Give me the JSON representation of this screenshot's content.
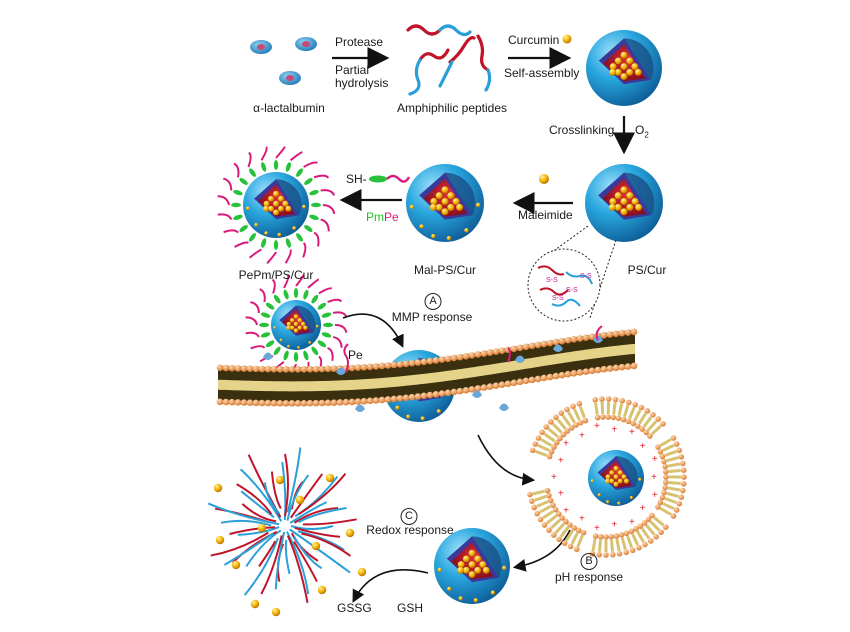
{
  "labels": {
    "alpha_lactalbumin": "α-lactalbumin",
    "protease": "Protease",
    "partial": "Partial",
    "hydrolysis": "hydrolysis",
    "amphiphilic_peptides": "Amphiphilic peptides",
    "curcumin": "Curcumin",
    "self_assembly": "Self-assembly",
    "crosslinking": "Crosslinking",
    "o2": "O",
    "o2_sub": "2",
    "ps_cur": "PS/Cur",
    "maleimide": "Maleimide",
    "mal_ps_cur": "Mal-PS/Cur",
    "sh": "SH-",
    "pm": "Pm",
    "pe_label": "Pe",
    "pepm_ps_cur": "PePm/PS/Cur",
    "step_a_letter": "A",
    "mmp_response": "MMP response",
    "pe": "Pe",
    "step_b_letter": "B",
    "ph_response": "pH response",
    "step_c_letter": "C",
    "redox_response": "Redox response",
    "gssg": "GSSG",
    "gsh": "GSH",
    "ss_bond": "S-S"
  },
  "colors": {
    "sphere_blue": "#29a3dc",
    "core_red": "#c0142a",
    "drug_gold": "#f5b400",
    "membrane_orange": "#e8a463",
    "pe_pink": "#d81b7a",
    "pm_green": "#2ecc40",
    "ph_lipid": "#d8c270",
    "proton_red": "#e0202a"
  }
}
